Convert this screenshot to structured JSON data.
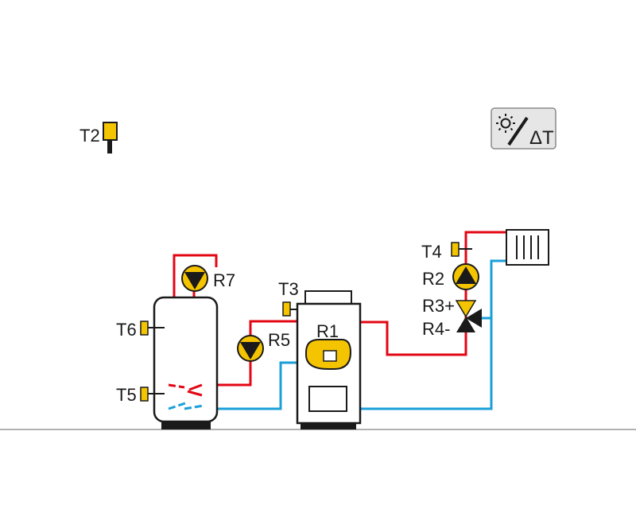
{
  "labels": {
    "t2": "T2",
    "t3": "T3",
    "t4": "T4",
    "t5": "T5",
    "t6": "T6",
    "r1": "R1",
    "r2": "R2",
    "r3": "R3+",
    "r4": "R4-",
    "r5": "R5",
    "r7": "R7"
  },
  "controller": {
    "icon": "solar-delta-t-icon",
    "text": "ΔT"
  },
  "colors": {
    "hot_pipe": "#e30613",
    "cold_pipe": "#1a9fd9",
    "sensor": "#f5c400",
    "pump": "#f5c400",
    "outline": "#1a1a1a",
    "ground": "#999999"
  }
}
